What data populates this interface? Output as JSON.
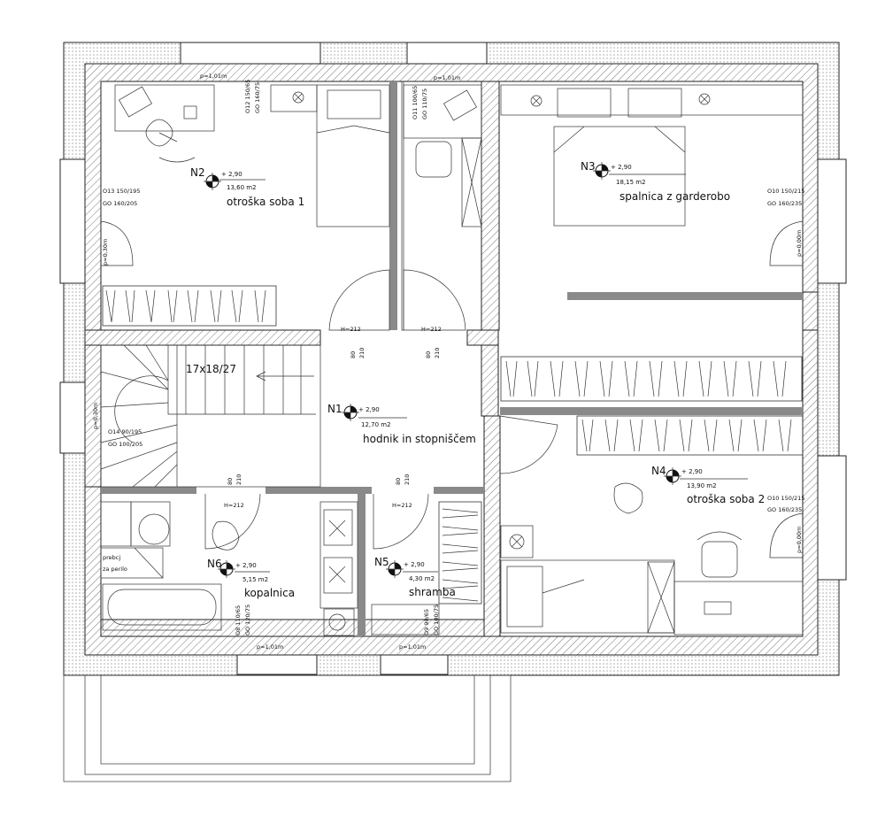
{
  "rooms": [
    {
      "id": "N1",
      "level": "+ 2,90",
      "area": "12,70 m2",
      "name": "hodnik in stopniščem"
    },
    {
      "id": "N2",
      "level": "+ 2,90",
      "area": "13,60 m2",
      "name": "otroška soba 1"
    },
    {
      "id": "N3",
      "level": "+ 2,90",
      "area": "18,15 m2",
      "name": "spalnica z garderobo"
    },
    {
      "id": "N4",
      "level": "+ 2,90",
      "area": "13,90 m2",
      "name": "otroška soba 2"
    },
    {
      "id": "N5",
      "level": "+ 2,90",
      "area": "4,30 m2",
      "name": "shramba"
    },
    {
      "id": "N6",
      "level": "+ 2,90",
      "area": "5,15 m2",
      "name": "kopalnica"
    }
  ],
  "stair": {
    "label": "17x18/27"
  },
  "windows": {
    "o13": [
      "O13  150/195",
      "GO  160/205"
    ],
    "o12": [
      "O12  150/65",
      "GO  160/75"
    ],
    "o11": [
      "O11  100/65",
      "GO  110/75"
    ],
    "o10a": [
      "O10  150/215",
      "GO  160/235"
    ],
    "o10b": [
      "O10  150/215",
      "GO  160/235"
    ],
    "o14": [
      "O14  90/195",
      "GO  100/205"
    ],
    "o8": [
      "O8  110/65",
      "GO  120/75"
    ],
    "o9": [
      "O9  90/65",
      "GO  100/75"
    ]
  },
  "sills": {
    "top1": "p=1,01m",
    "top2": "p=1,01m",
    "left1": "p=0,30m",
    "left2": "p=0,30m",
    "right1": "p=0,00m",
    "right2": "p=0,00m",
    "bot1": "p=1,01m",
    "bot2": "p=1,01m"
  },
  "doors": {
    "d1": {
      "h": "H=212",
      "w1": "80",
      "w2": "210"
    },
    "d2": {
      "h": "H=212",
      "w1": "80",
      "w2": "210"
    },
    "d3": {
      "h": "H=212",
      "w1": "80",
      "w2": "210"
    },
    "d4": {
      "h": "H=212",
      "w1": "80",
      "w2": "210"
    }
  },
  "notes": {
    "washer": "prebcj\nza perilo",
    "washer1": "prebcj",
    "washer2": "za perilo"
  }
}
